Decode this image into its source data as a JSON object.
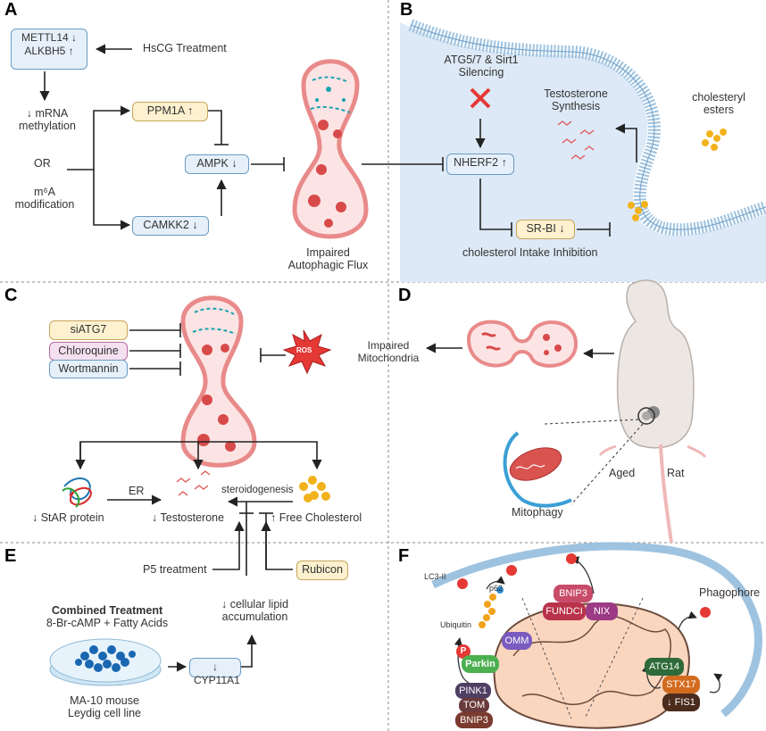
{
  "panels": {
    "a": "A",
    "b": "B",
    "c": "C",
    "d": "D",
    "e": "E",
    "f": "F"
  },
  "panelA": {
    "mettl14": "METTL14 ↓",
    "alkbh5": "ALKBH5 ↑",
    "treatment": "HsCG Treatment",
    "mrna_line1": "↓ mRNA",
    "mrna_line2": "methylation",
    "or": "OR",
    "m6a_line1": "m⁶A",
    "m6a_line2": "modification",
    "ppm1a": "PPM1A ↑",
    "ampk": "AMPK ↓",
    "camkk2": "CAMKK2 ↓",
    "flux_line1": "Impaired",
    "flux_line2": "Autophagic Flux"
  },
  "panelB": {
    "silencing_line1": "ATG5/7 & Sirt1",
    "silencing_line2": "Silencing",
    "nherf2": "NHERF2 ↑",
    "testo_line1": "Testosterone",
    "testo_line2": "Synthesis",
    "chol_line1": "cholesteryl",
    "chol_line2": "esters",
    "srbi": "SR-BI ↓",
    "inhibition": "cholesterol Intake Inhibition"
  },
  "panelC": {
    "siatg7": "siATG7",
    "chloroquine": "Chloroquine",
    "wortmannin": "Wortmannin",
    "ros": "ROS",
    "er": "ER",
    "steroidogenesis": "steroidogenesis",
    "star": "↓ StAR protein",
    "testosterone": "↓ Testosterone",
    "free_chol": "↑ Free Cholesterol"
  },
  "panelD": {
    "mito_line1": "Impaired",
    "mito_line2": "Mitochondria",
    "aged": "Aged",
    "rat": "Rat",
    "mitophagy": "Mitophagy"
  },
  "panelE": {
    "p5": "P5 treatment",
    "rubicon": "Rubicon",
    "lipid_line1": "↓ cellular lipid",
    "lipid_line2": "accumulation",
    "combined": "Combined Treatment",
    "agents": "8-Br-cAMP + Fatty Acids",
    "cyp": "↓ CYP11A1",
    "cell_line1": "MA-10 mouse",
    "cell_line2": "Leydig cell line"
  },
  "panelF": {
    "lc3": "LC3-II",
    "p62": "p62",
    "ubiquitin": "Ubiquitin",
    "p": "P",
    "parkin": "Parkin",
    "omm": "OMM",
    "bnip3_top": "BNIP3",
    "fundc1": "FUNDCI",
    "nix": "NIX",
    "phagophore": "Phagophore",
    "pink1": "PINK1",
    "tom": "TOM",
    "bnip3_bottom": "BNIP3",
    "atg14": "ATG14",
    "stx17": "STX17",
    "fis1": "↓ FIS1"
  },
  "colors": {
    "membrane": "#9ec3e0",
    "cell_fill": "#fbe3e3",
    "cell_border": "#e57a7a",
    "accent_red": "#e53935",
    "cholesterol": "#f2b21b"
  }
}
